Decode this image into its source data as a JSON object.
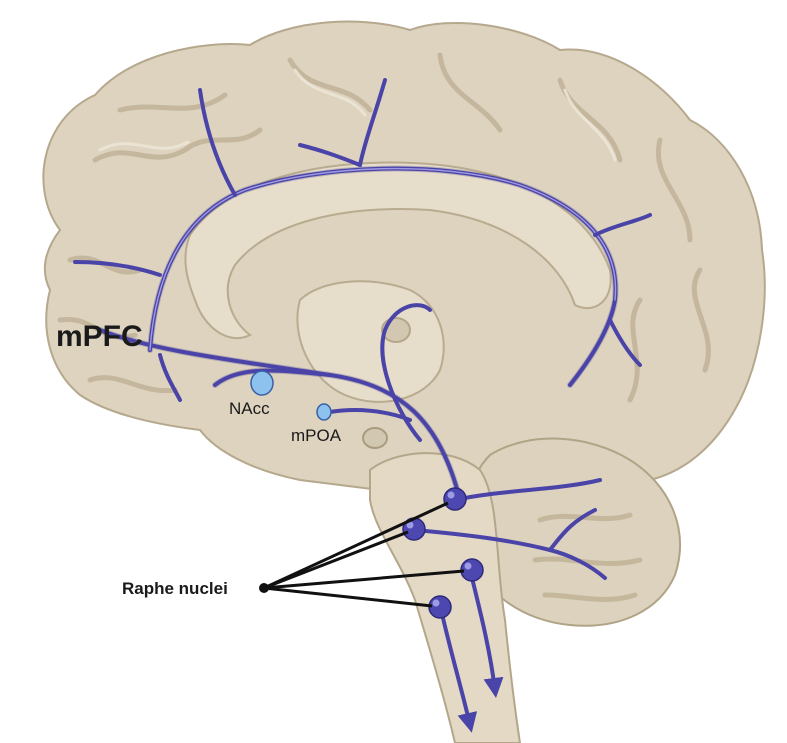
{
  "labels": {
    "mpfc": "mPFC",
    "nacc": "NAcc",
    "mpoa": "mPOA",
    "raphe": "Raphe nuclei"
  },
  "colors": {
    "pathway": "#4b44a8",
    "brain": "#ddd3bf",
    "nacc_node": "#8ec2ee",
    "leader": "#111111"
  }
}
